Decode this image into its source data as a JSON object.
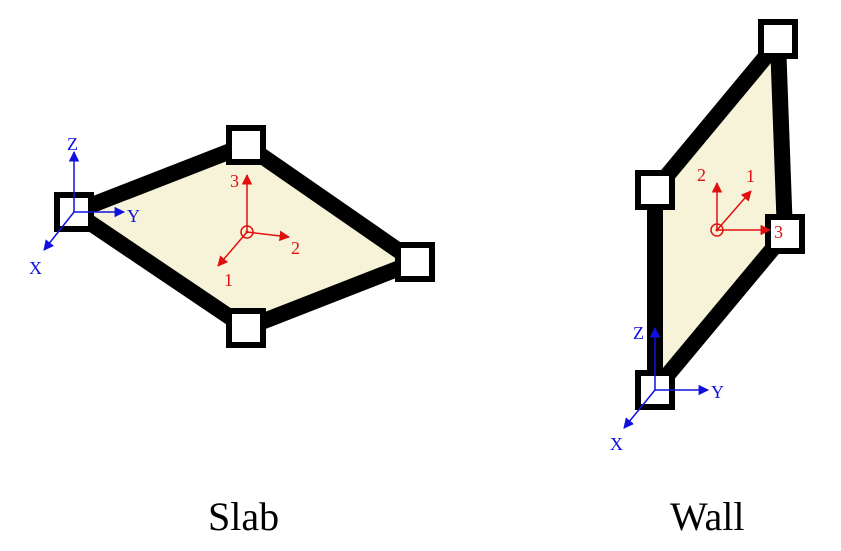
{
  "colors": {
    "panel_fill": "#f7f3d8",
    "edge": "#000000",
    "global_axis": "#1010e0",
    "local_axis": "#e01010"
  },
  "slab": {
    "caption": "Slab",
    "global_axes": {
      "z": "Z",
      "y": "Y",
      "x": "X"
    },
    "local_axes": {
      "a1": "1",
      "a2": "2",
      "a3": "3"
    }
  },
  "wall": {
    "caption": "Wall",
    "global_axes": {
      "z": "Z",
      "y": "Y",
      "x": "X"
    },
    "local_axes": {
      "a1": "1",
      "a2": "2",
      "a3": "3"
    }
  }
}
